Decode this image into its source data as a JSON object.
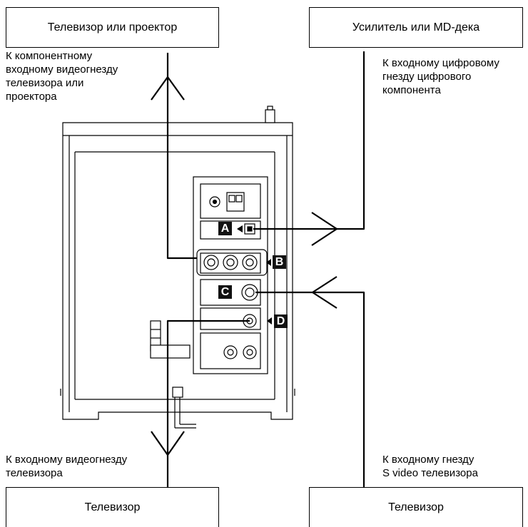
{
  "boxes": {
    "top_left": "Телевизор или проектор",
    "top_right": "Усилитель или MD-дека",
    "bottom_left": "Телевизор",
    "bottom_right": "Телевизор"
  },
  "notes": {
    "top_left": "К компонентному\nвходному видеогнезду\nтелевизора или\nпроектора",
    "top_right": "К входному цифровому\nгнезду цифрового\nкомпонента",
    "bottom_left": "К входному видеогнезду\nтелевизора",
    "bottom_right": "К входному гнезду\nS video телевизора"
  },
  "callouts": {
    "a": "A",
    "b": "B",
    "c": "C",
    "d": "D"
  }
}
